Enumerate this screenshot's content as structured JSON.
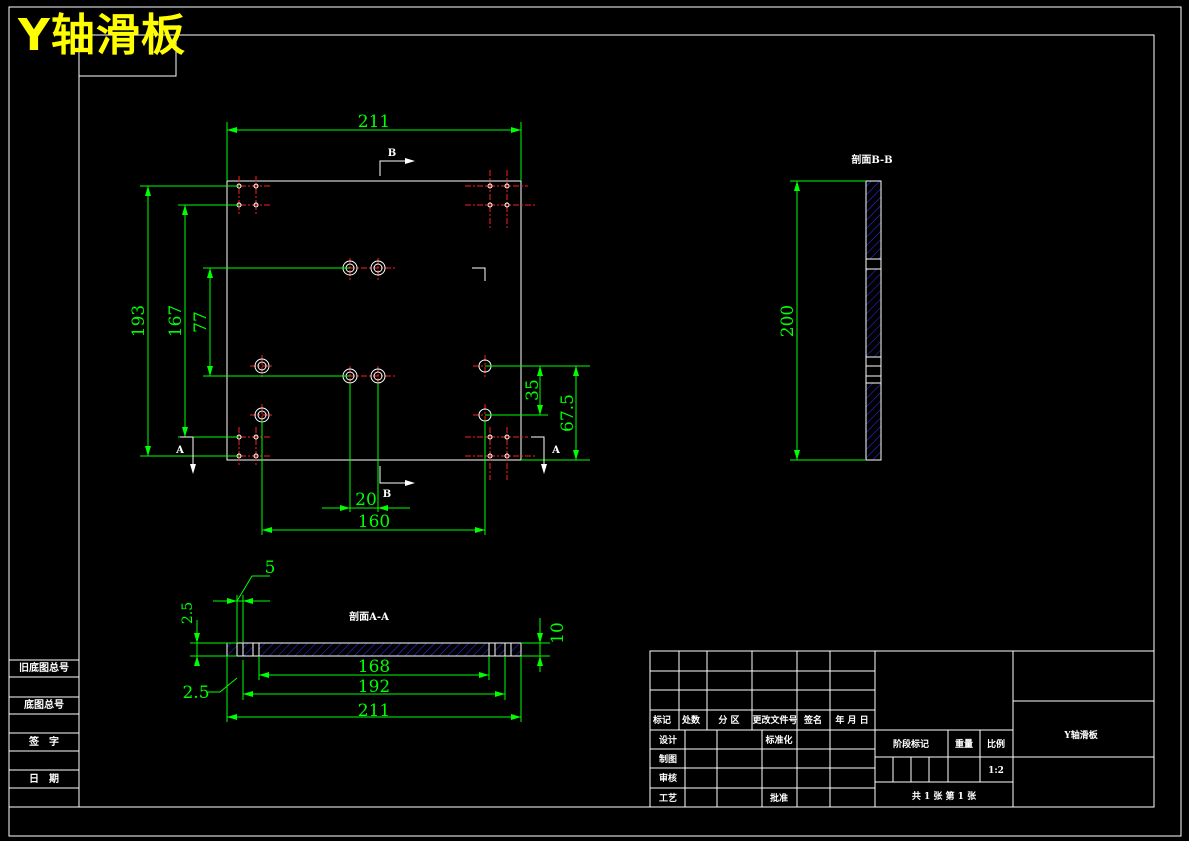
{
  "title": "Y轴滑板",
  "top_view": {
    "dims": {
      "width_211": "211",
      "h193": "193",
      "h167": "167",
      "h77": "77",
      "d35": "35",
      "d67_5": "67.5",
      "d20": "20",
      "d160": "160"
    },
    "section_markers": {
      "b_top": "B",
      "b_bottom": "B",
      "a_left": "A",
      "a_right": "A"
    }
  },
  "section_bb": {
    "label": "剖面B-B",
    "dim200": "200"
  },
  "section_aa": {
    "label": "剖面A-A",
    "dims": {
      "d5": "5",
      "d2_5_top": "2.5",
      "d2_5_bottom": "2.5",
      "d10": "10",
      "d168": "168",
      "d192": "192",
      "d211": "211"
    }
  },
  "side_column": {
    "rows": [
      "旧底图总号",
      "底图总号",
      "签　字",
      "日　期"
    ]
  },
  "title_block": {
    "header_row": [
      "标记",
      "处数",
      "分 区",
      "更改文件号",
      "签名",
      "年 月 日"
    ],
    "left_rows": [
      {
        "label": "设计",
        "mid": "标准化"
      },
      {
        "label": "制图",
        "mid": ""
      },
      {
        "label": "审核",
        "mid": ""
      },
      {
        "label": "工艺",
        "mid": "批准"
      }
    ],
    "stage_mark": "阶段标记",
    "weight": "重量",
    "scale": "比例",
    "scale_value": "1:2",
    "sheet_text": "共 1 张 第 1 张",
    "part_name": "Y轴滑板"
  },
  "colors": {
    "outline": "#ffffff",
    "dimension": "#00ff00",
    "centerline": "#ff0000",
    "hatch": "#3030ff",
    "title": "#ffff00"
  }
}
